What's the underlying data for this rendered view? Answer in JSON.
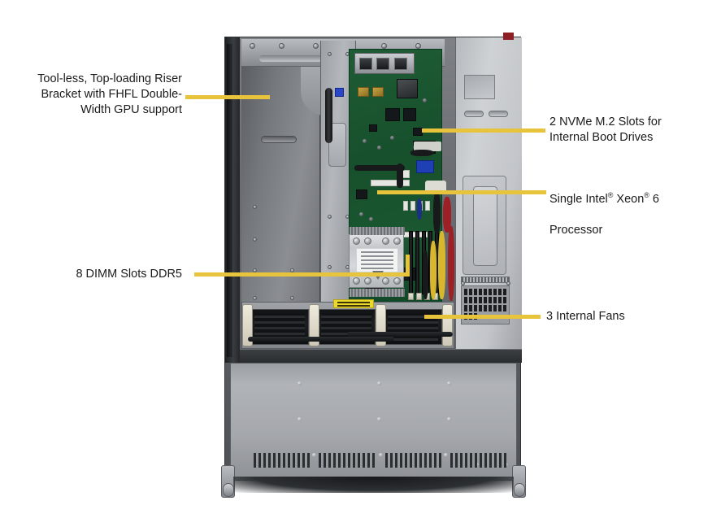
{
  "diagram": {
    "subject": "2U rackmount server chassis, top-down interior view",
    "leader_line_color": "#e8c33c"
  },
  "callouts": [
    {
      "id": "riser-bracket",
      "text": "Tool-less, Top-loading Riser\nBracket with FHFL Double-\nWidth GPU support",
      "align": "right",
      "side": "left"
    },
    {
      "id": "nvme-slots",
      "text": "2 NVMe M.2 Slots for\nInternal  Boot Drives",
      "align": "left",
      "side": "right"
    },
    {
      "id": "processor",
      "text_before_first_reg": "Single Intel",
      "text_between_regs": " Xeon",
      "text_after_second_reg": " 6",
      "line2": "Processor",
      "reg_mark": "®",
      "align": "left",
      "side": "right"
    },
    {
      "id": "dimm-slots",
      "text": "8 DIMM Slots DDR5",
      "align": "left",
      "side": "left"
    },
    {
      "id": "internal-fans",
      "text": "3 Internal  Fans",
      "align": "left",
      "side": "right"
    }
  ]
}
